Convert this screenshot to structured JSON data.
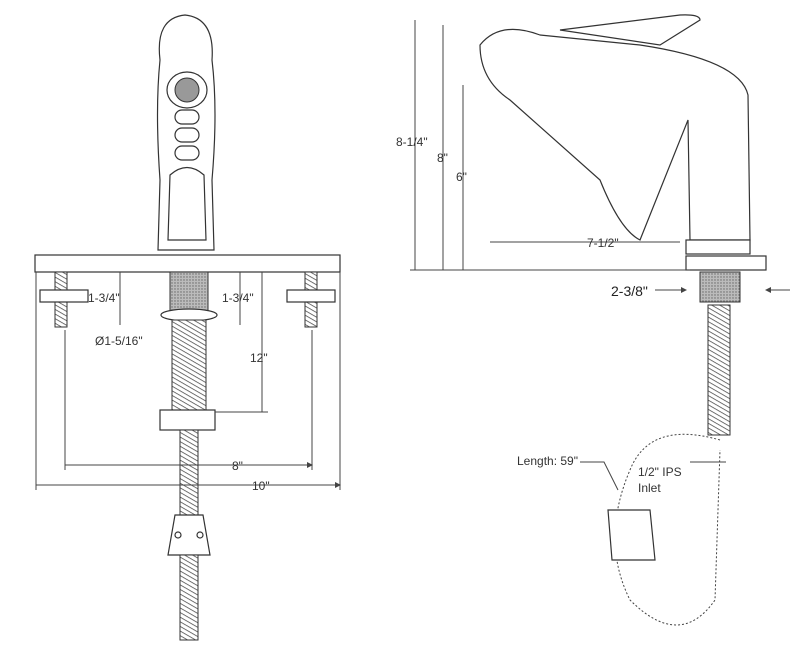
{
  "front_view": {
    "dim_shank_left": "1-3/4\"",
    "dim_shank_right": "1-3/4\"",
    "dim_diameter": "Ø1-5/16\"",
    "dim_hose_drop": "12\"",
    "dim_center_spread": "8\"",
    "dim_deck_width": "10\""
  },
  "side_view": {
    "dim_overall_height": "8-1/4\"",
    "dim_height": "8\"",
    "dim_spout_height": "6\"",
    "dim_spout_reach": "7-1/2\"",
    "dim_base_diameter": "2-3/8\"",
    "hose_length": "Length: 59\"",
    "inlet_line1": "1/2\" IPS",
    "inlet_line2": "Inlet"
  }
}
